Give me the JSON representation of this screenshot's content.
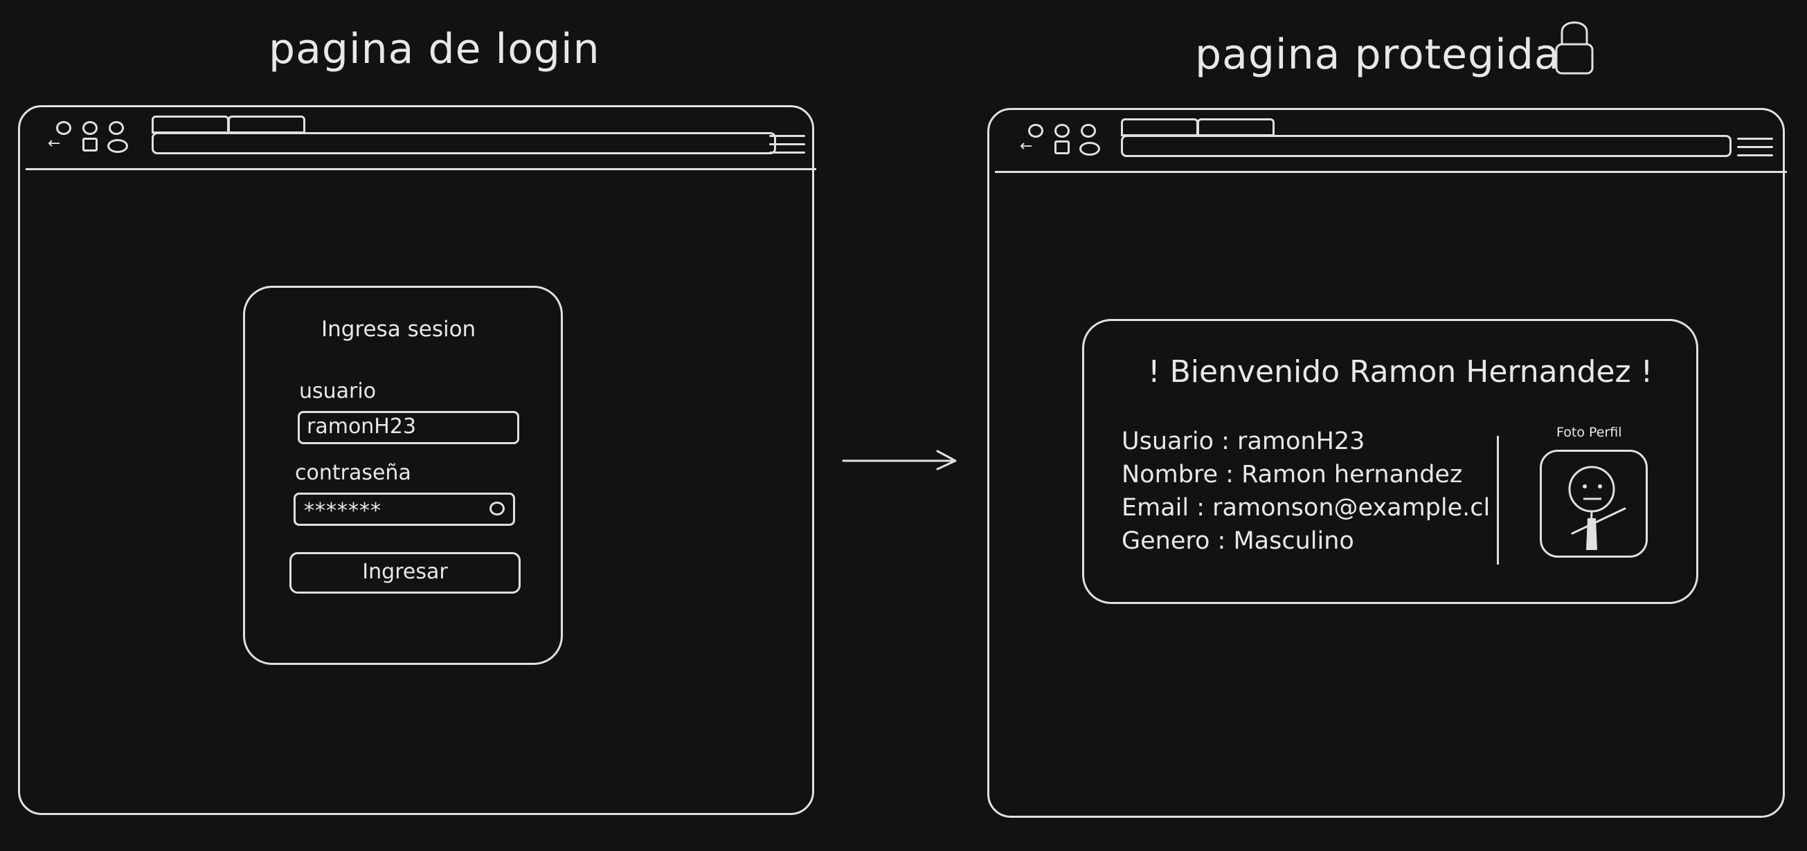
{
  "login": {
    "title": "pagina de login",
    "card_title": "Ingresa sesion",
    "username_label": "usuario",
    "username_value": "ramonH23",
    "password_label": "contraseña",
    "password_value": "*******",
    "submit_label": "Ingresar"
  },
  "protected": {
    "title": "pagina protegida",
    "welcome": "! Bienvenido Ramon Hernandez !",
    "info": [
      "Usuario : ramonH23",
      "Nombre : Ramon hernandez",
      "Email : ramonson@example.cl",
      "Genero : Masculino"
    ],
    "photo_label": "Foto Perfil"
  },
  "icons": {
    "lock": "lock-icon",
    "arrow": "arrow-right-icon",
    "eye": "eye-icon",
    "menu": "hamburger-menu-icon",
    "back": "back-arrow-icon",
    "profile": "stick-figure-avatar"
  },
  "colors": {
    "background": "#121212",
    "stroke": "#e0e0e0"
  }
}
